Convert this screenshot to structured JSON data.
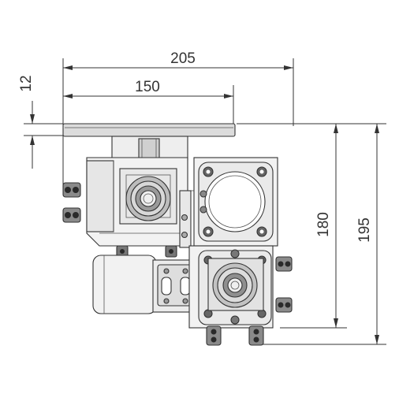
{
  "drawing": {
    "dimensions": {
      "overall_width": "205",
      "inner_width": "150",
      "plate_thickness": "12",
      "height_to_plate_bottom": "180",
      "total_height": "195"
    },
    "colors": {
      "line": "#333333",
      "fill_light": "#f2f2f2",
      "fill_mid": "#dcdcdc",
      "fill_dark": "#8a8a8a",
      "fill_black": "#2a2a2a"
    }
  }
}
